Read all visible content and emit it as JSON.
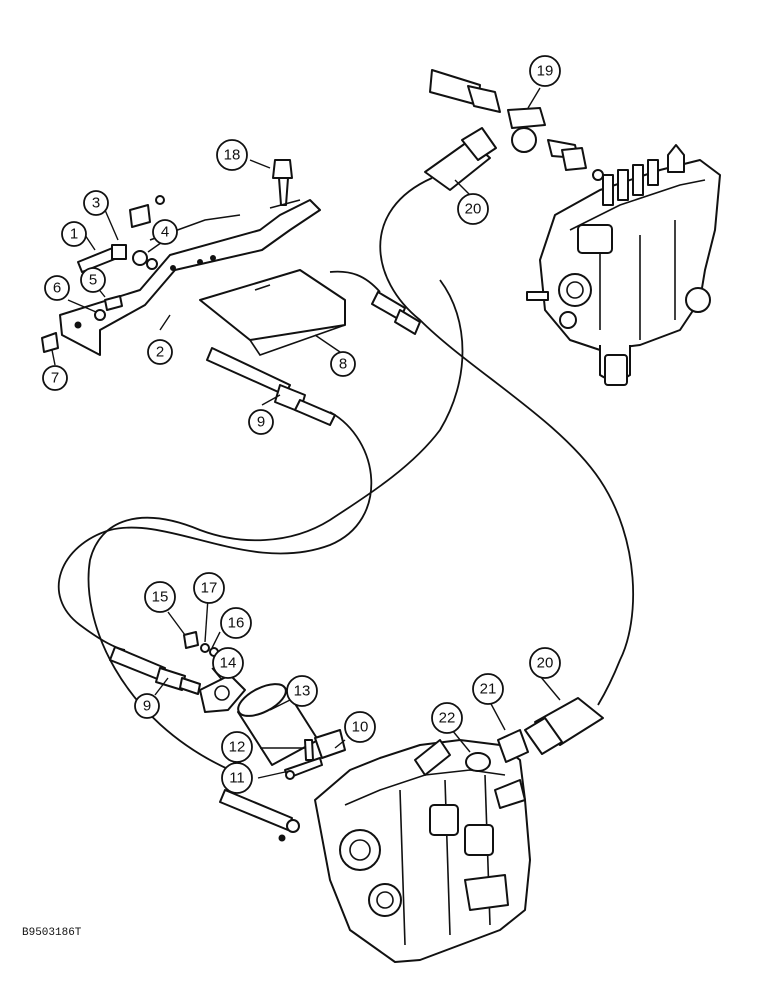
{
  "diagram": {
    "figure_code": "B9503186T",
    "callouts": [
      {
        "id": "c1",
        "label": "1"
      },
      {
        "id": "c2",
        "label": "2"
      },
      {
        "id": "c3",
        "label": "3"
      },
      {
        "id": "c4",
        "label": "4"
      },
      {
        "id": "c5",
        "label": "5"
      },
      {
        "id": "c6",
        "label": "6"
      },
      {
        "id": "c7",
        "label": "7"
      },
      {
        "id": "c8",
        "label": "8"
      },
      {
        "id": "c9a",
        "label": "9"
      },
      {
        "id": "c9b",
        "label": "9"
      },
      {
        "id": "c10",
        "label": "10"
      },
      {
        "id": "c11",
        "label": "11"
      },
      {
        "id": "c12",
        "label": "12"
      },
      {
        "id": "c13",
        "label": "13"
      },
      {
        "id": "c14",
        "label": "14"
      },
      {
        "id": "c15",
        "label": "15"
      },
      {
        "id": "c16",
        "label": "16"
      },
      {
        "id": "c17",
        "label": "17"
      },
      {
        "id": "c18",
        "label": "18"
      },
      {
        "id": "c19",
        "label": "19"
      },
      {
        "id": "c20a",
        "label": "20"
      },
      {
        "id": "c20b",
        "label": "20"
      },
      {
        "id": "c21",
        "label": "21"
      },
      {
        "id": "c22",
        "label": "22"
      }
    ]
  }
}
